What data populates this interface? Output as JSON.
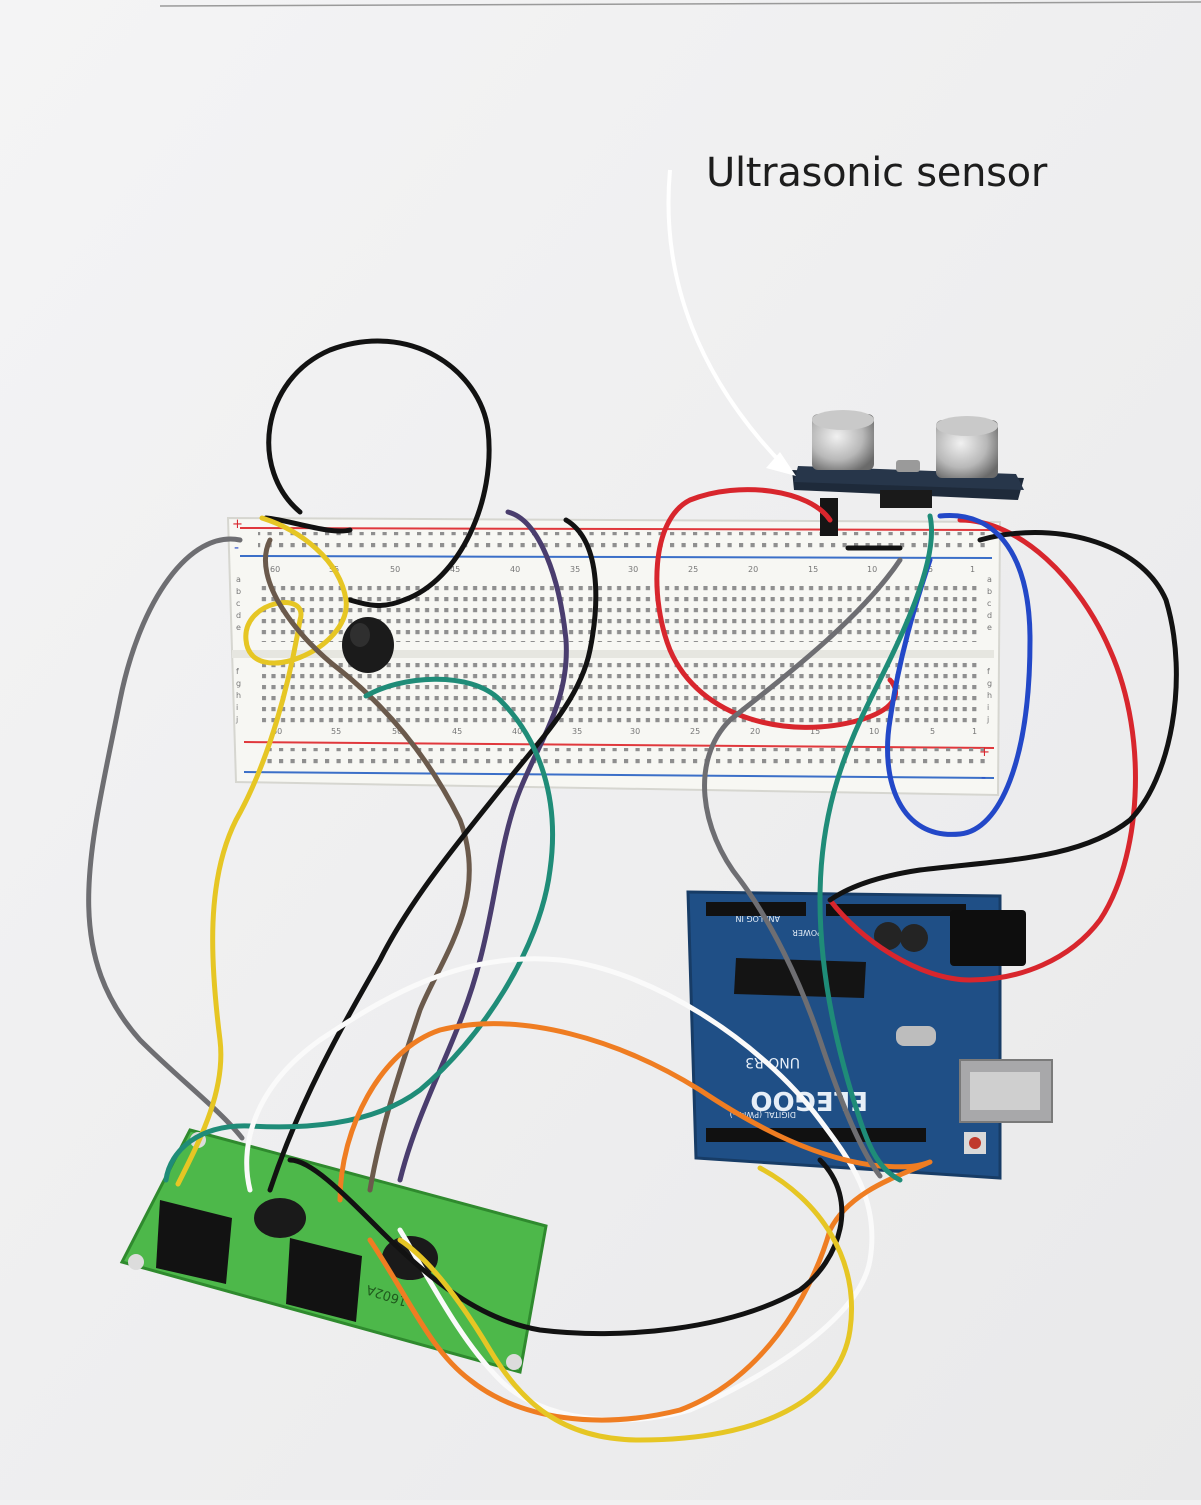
{
  "annotation": {
    "label": "Ultrasonic sensor",
    "arrow_color": "#ffffff",
    "label_color": "#1d1d1d"
  },
  "breadboard": {
    "column_numbers": [
      "60",
      "55",
      "50",
      "45",
      "40",
      "35",
      "30",
      "25",
      "20",
      "15",
      "10",
      "5",
      "1"
    ],
    "row_letters_top": [
      "a",
      "b",
      "c",
      "d",
      "e"
    ],
    "row_letters_bottom": [
      "f",
      "g",
      "h",
      "i",
      "j"
    ],
    "rail_signs": [
      "+",
      "-"
    ]
  },
  "board": {
    "brand": "ELEGOO",
    "model": "UNO R3",
    "header_labels": [
      "ANALOG IN",
      "POWER",
      "DIGITAL (PWM~)"
    ],
    "color": "#1f4f86"
  },
  "lcd": {
    "part_number": "1602A",
    "color": "#4db84a"
  },
  "wire_colors": {
    "black": "#121212",
    "gray": "#6e6e72",
    "yellow": "#e6c624",
    "brown": "#6b5a4c",
    "purple": "#4a3d6e",
    "teal": "#1f8c78",
    "red": "#d8262d",
    "blue": "#2348c8",
    "white": "#fafafa",
    "orange": "#ef7d22"
  }
}
